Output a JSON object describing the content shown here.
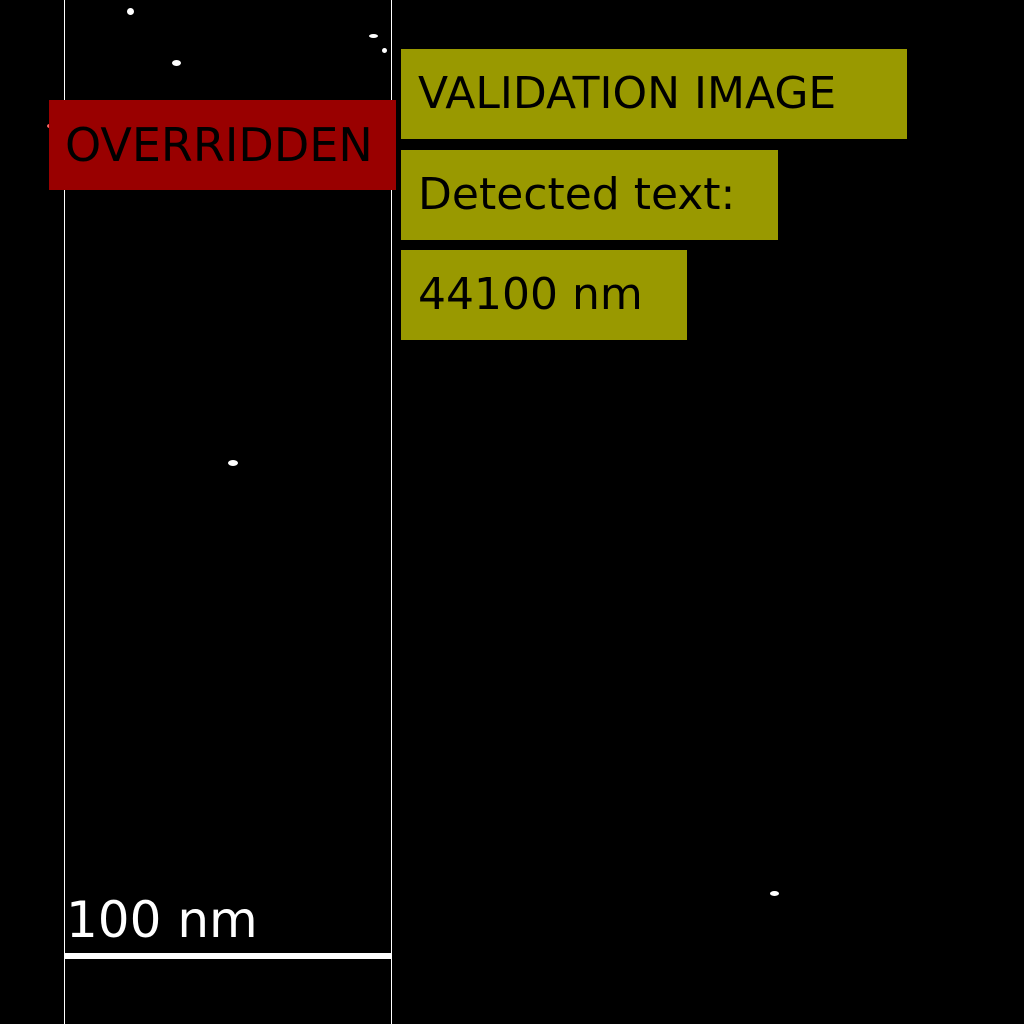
{
  "image": {
    "background_color": "#000000",
    "label_color_olive": "#999900",
    "label_color_red": "#990000"
  },
  "labels": {
    "override": "OVERRIDDEN",
    "validation": "VALIDATION IMAGE",
    "detected": "Detected text:",
    "measurement": "44100 nm"
  },
  "scalebar": {
    "label": "100 nm"
  }
}
